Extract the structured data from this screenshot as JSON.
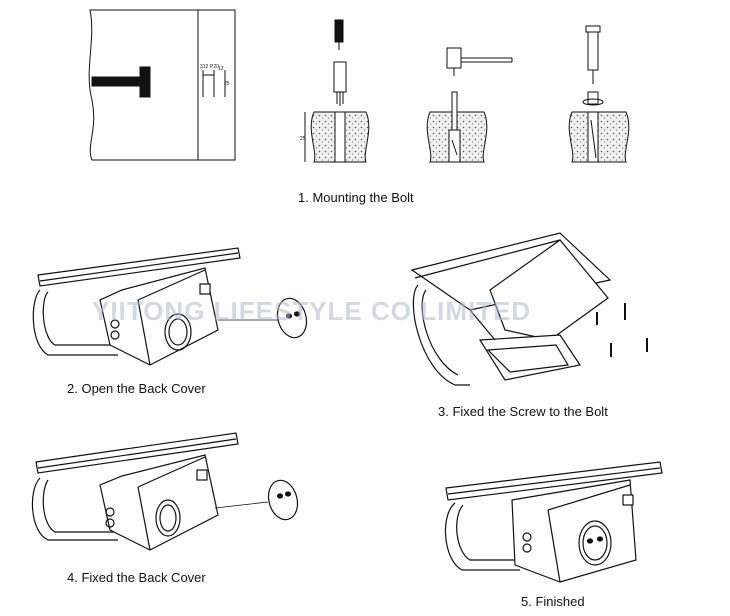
{
  "captions": {
    "step1": "1. Mounting the Bolt",
    "step2": "2. Open the Back Cover",
    "step3": "3. Fixed the Screw to the Bolt",
    "step4": "4. Fixed the Back Cover",
    "step5": "5. Finished"
  },
  "watermark": "YIITONG LIFESTYLE CO LIMITED",
  "dimension_labels": [
    "312",
    "P20",
    "12",
    "25",
    "25"
  ],
  "colors": {
    "line": "#111111",
    "watermark": "#aab9cd",
    "concrete": "#e8e8e8"
  }
}
